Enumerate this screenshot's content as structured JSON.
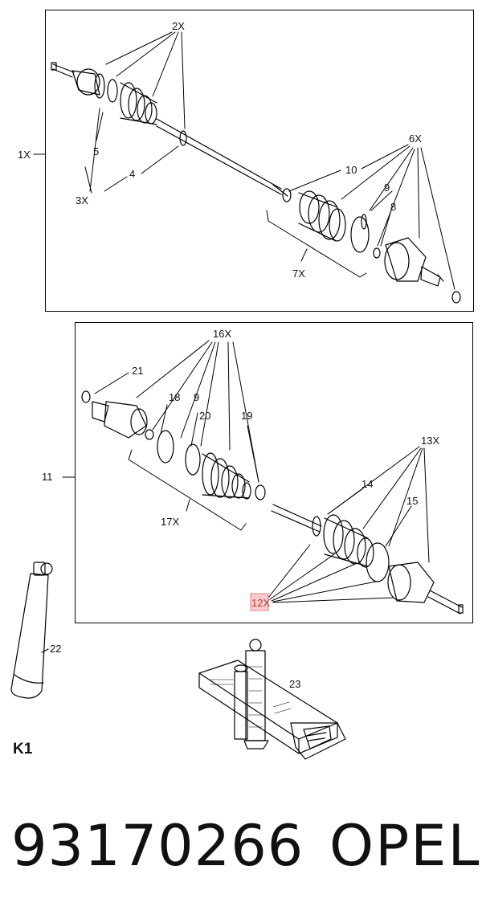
{
  "top_panel": {
    "labels": {
      "assembly": "1X",
      "boot_clamps_inner": "2X",
      "c5": "5",
      "c3x": "3X",
      "c4": "4",
      "c10": "10",
      "c6x": "6X",
      "c9": "9",
      "c8": "8",
      "c7x": "7X"
    }
  },
  "bottom_panel": {
    "labels": {
      "assembly": "11",
      "c16x": "16X",
      "c21": "21",
      "c18": "18",
      "c9": "9",
      "c20": "20",
      "c19": "19",
      "c17x": "17X",
      "c13x": "13X",
      "c14": "14",
      "c15": "15",
      "c12x": "12X"
    }
  },
  "grease_tube": {
    "label": "22"
  },
  "repair_kit": {
    "label": "23"
  },
  "kit_label": "K1",
  "part_number": "93170266",
  "brand": "OPEL",
  "colors": {
    "line": "#000000",
    "highlight": "#e88080",
    "highlight_fill": "#f6cccc"
  }
}
